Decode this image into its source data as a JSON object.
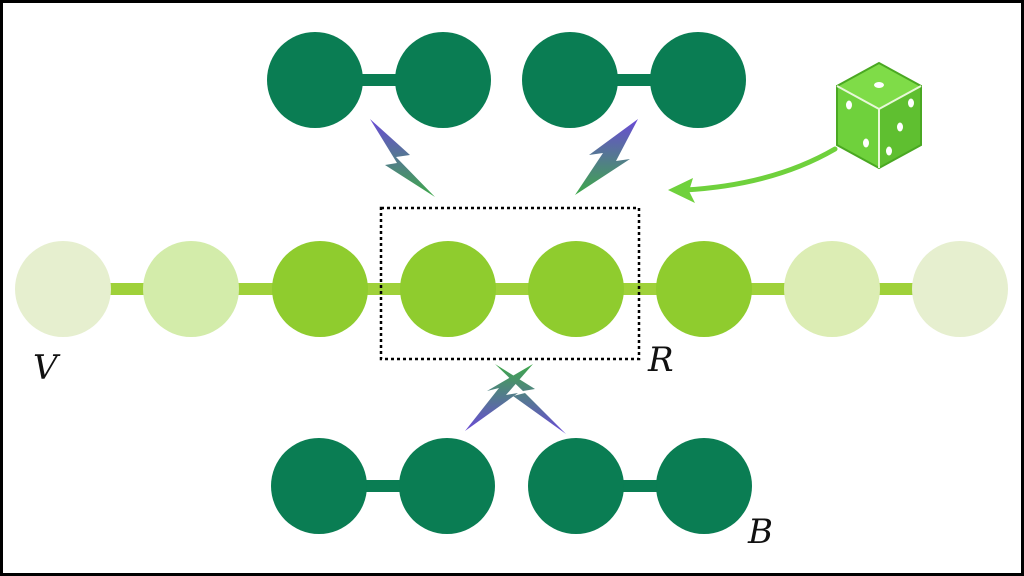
{
  "labels": {
    "chain": "V",
    "region": "R",
    "bath": "B"
  },
  "colors": {
    "bath_pair": "#0a7d53",
    "chain_core": "#8fcc2e",
    "chain_mid": "#d3ecaa",
    "chain_edge": "#e6efcf",
    "chain_bond": "#9fd13a",
    "dice": "#6fd13c",
    "bolt_top": "#6a4ad6",
    "bolt_bottom": "#3ea84a",
    "frame": "#000000"
  },
  "icons": [
    "dice-icon",
    "lightning-icon",
    "arrow-icon"
  ]
}
